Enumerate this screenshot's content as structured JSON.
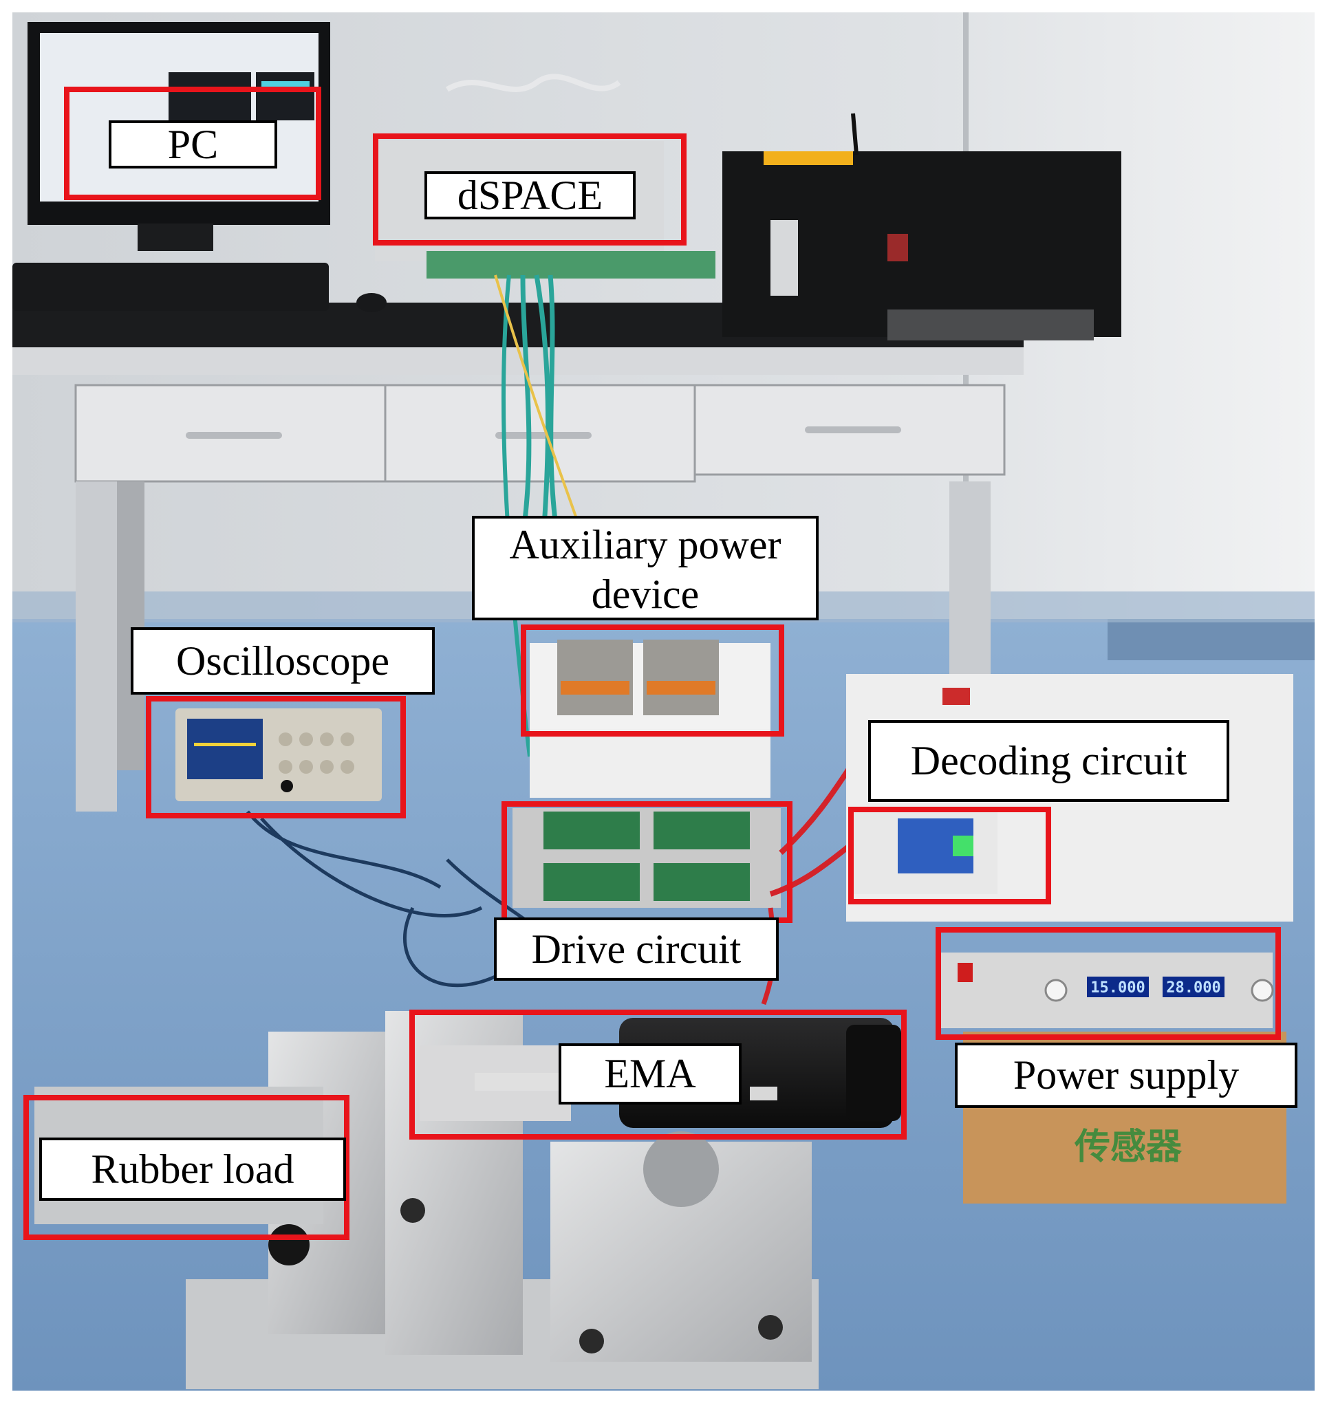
{
  "labels": {
    "pc": "PC",
    "dspace": "dSPACE",
    "auxiliary_line1": "Auxiliary power",
    "auxiliary_line2": "device",
    "oscilloscope": "Oscilloscope",
    "decoding_circuit": "Decoding circuit",
    "drive_circuit": "Drive circuit",
    "ema": "EMA",
    "power_supply": "Power supply",
    "rubber_load": "Rubber load"
  },
  "power_supply_readouts": [
    "15.000",
    "28.000"
  ],
  "carton_text": "传感器",
  "colors": {
    "highlight_box": "#e8141b",
    "label_border": "#000000",
    "label_background": "#ffffff",
    "floor": "#7fa4c9",
    "wall": "#d9dcdf",
    "bench_top": "#1b1c1e",
    "bench_frame": "#c9ccd0",
    "ema_motor": "#161616",
    "carton": "#c8945a",
    "carton_text": "#2f8a3a",
    "readout_digits": "#bfe0ff"
  }
}
